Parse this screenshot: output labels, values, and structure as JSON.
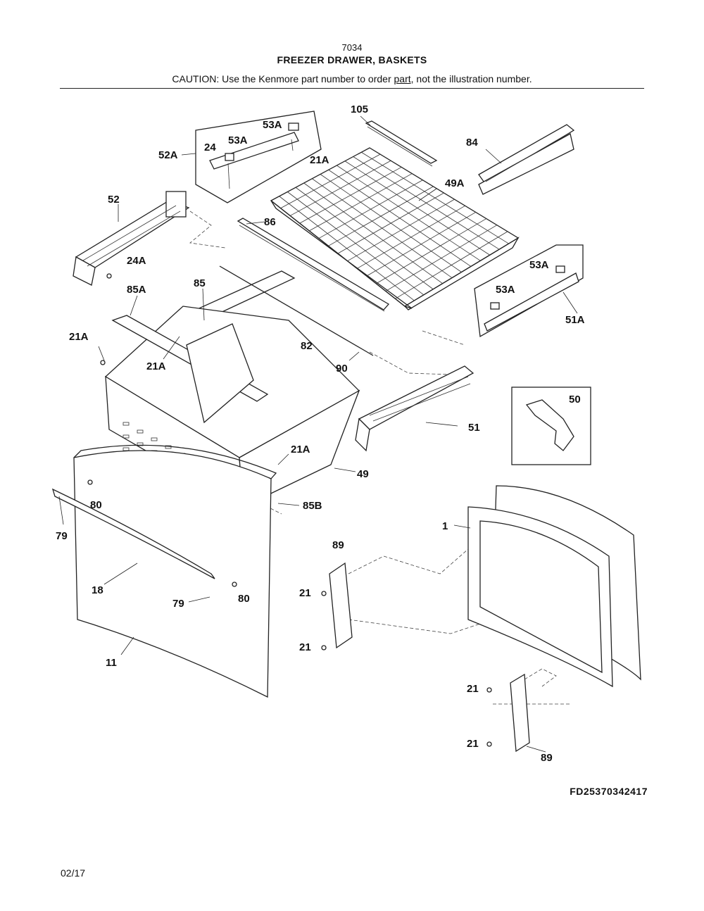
{
  "header": {
    "model": "7034",
    "title": "FREEZER DRAWER, BASKETS",
    "caution_prefix": "CAUTION: Use the Kenmore part number to order ",
    "caution_link": "part",
    "caution_suffix": ", not the illustration number."
  },
  "callouts": {
    "c105": "105",
    "c84": "84",
    "c53A_top": "53A",
    "c53A_mid": "53A",
    "c24": "24",
    "c52A": "52A",
    "c21A_top": "21A",
    "c49A": "49A",
    "c52": "52",
    "c86": "86",
    "c24A": "24A",
    "c53A_r1": "53A",
    "c53A_r2": "53A",
    "c51A": "51A",
    "c85A": "85A",
    "c85": "85",
    "c21A_left": "21A",
    "c21A_inner": "21A",
    "c82": "82",
    "c90": "90",
    "c50": "50",
    "c51": "51",
    "c21A_front": "21A",
    "c49": "49",
    "c80_a": "80",
    "c85B": "85B",
    "c79_a": "79",
    "c1": "1",
    "c89_a": "89",
    "c18": "18",
    "c21_a": "21",
    "c79_b": "79",
    "c80_b": "80",
    "c21_b": "21",
    "c11": "11",
    "c21_c": "21",
    "c21_d": "21",
    "c89_b": "89"
  },
  "footer": {
    "doc_id": "FD25370342417",
    "date": "02/17"
  }
}
